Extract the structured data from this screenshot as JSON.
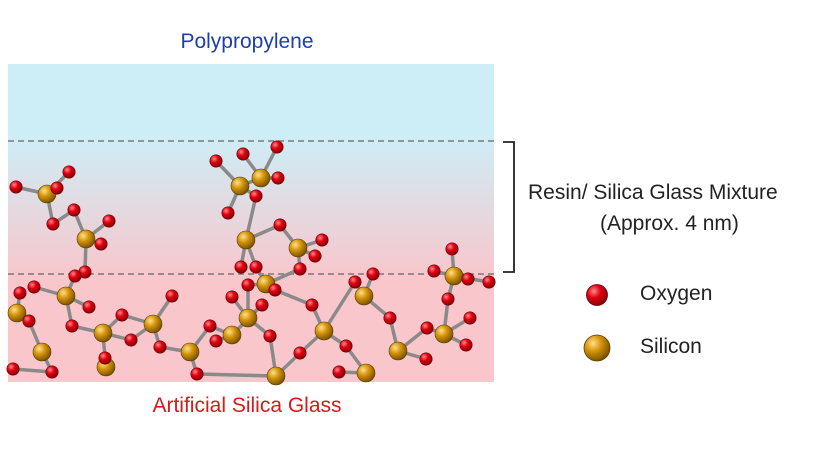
{
  "labels": {
    "top_layer": "Polypropylene",
    "bottom_layer": "Artificial Silica Glass",
    "mixture_title": "Resin/ Silica Glass Mixture",
    "mixture_thickness": "(Approx. 4 nm)"
  },
  "legend": [
    {
      "label": "Oxygen",
      "icon": "oxygen-atom-icon",
      "color": "#e00010"
    },
    {
      "label": "Silicon",
      "icon": "silicon-atom-icon",
      "color": "#d4940a"
    }
  ],
  "colors": {
    "top_label": "#1f3fa8",
    "bottom_label": "#d61a1a",
    "polypropylene_layer": "#cdeef7",
    "silica_layer": "#f9c6cb",
    "bond": "#8a8a8a"
  }
}
